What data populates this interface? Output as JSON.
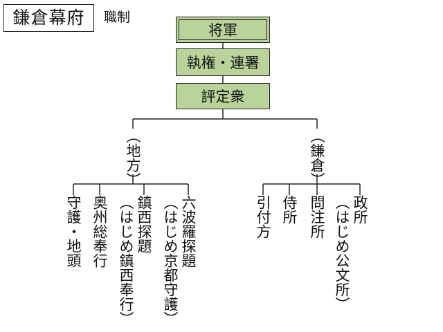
{
  "header": {
    "title": "鎌倉幕府",
    "subtitle": "職制"
  },
  "chain": [
    "将軍",
    "執権・連署",
    "評定衆"
  ],
  "branches": [
    {
      "label": "（地方）",
      "items": [
        {
          "lines": [
            "守護・地頭"
          ]
        },
        {
          "lines": [
            "奥州総奉行"
          ]
        },
        {
          "lines": [
            "鎮西探題",
            "（はじめ鎮西奉行）"
          ]
        },
        {
          "lines": [
            "六波羅探題",
            "（はじめ京都守護）"
          ]
        }
      ]
    },
    {
      "label": "（鎌倉）",
      "items": [
        {
          "lines": [
            "引付方"
          ]
        },
        {
          "lines": [
            "侍所"
          ]
        },
        {
          "lines": [
            "問注所"
          ]
        },
        {
          "lines": [
            "政所",
            "（はじめ公文所）"
          ]
        }
      ]
    }
  ]
}
